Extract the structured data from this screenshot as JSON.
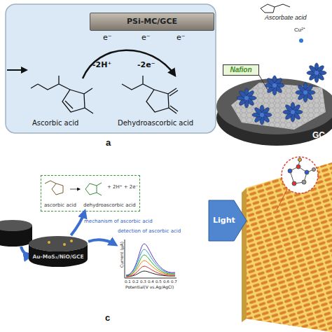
{
  "diagram": {
    "nodes": [
      {
        "text": [
          "PSi-MC/GCE"
        ]
      },
      {
        "text": [
          "Nafion"
        ]
      },
      {
        "text": [
          "ascorbic acid",
          "dehydroascorbic acid",
          "+ 2H⁺ + 2e⁻"
        ]
      },
      {
        "text": [
          "Au-MoS₂/NiO/GCE"
        ]
      },
      {
        "text": [
          "Current (μA)",
          "Potential(V vs.Ag/AgCl)"
        ]
      },
      {
        "text": [
          "Light"
        ]
      }
    ],
    "edges": [
      {
        "from": 3,
        "to": 2,
        "arrow": "to",
        "label": "mechanism of ascorbic acid"
      },
      {
        "from": 3,
        "to": 4,
        "arrow": "to",
        "label": "detection of ascorbic acid"
      }
    ],
    "labels": [
      "e⁻",
      "e⁻",
      "e⁻",
      "-2H⁺",
      "-2e⁻",
      "Ascorbic acid",
      "Dehydroascorbic acid",
      "a",
      "Ascorbate acid",
      "Cu²⁺",
      "GC",
      "c",
      "0.1",
      "0.2",
      "0.3",
      "0.4",
      "0.5",
      "0.6",
      "0.7"
    ]
  }
}
